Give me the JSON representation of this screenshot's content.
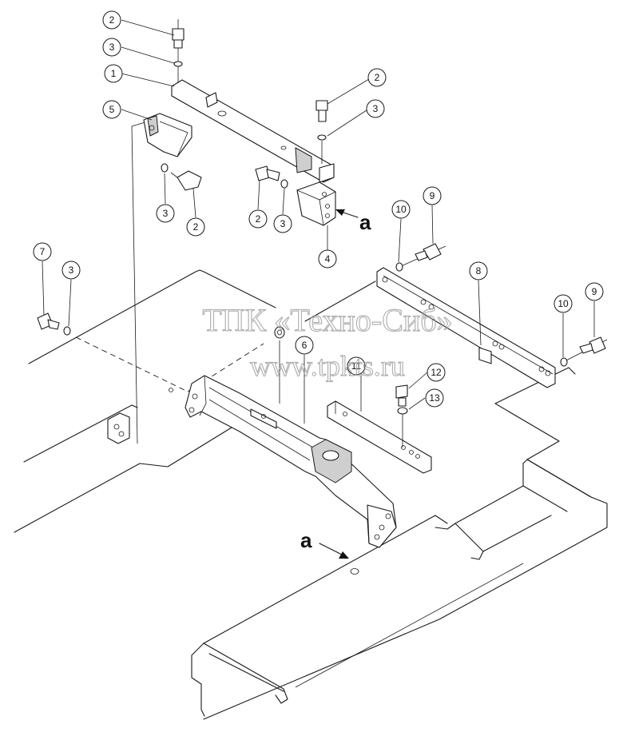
{
  "diagram": {
    "watermark_line1": "ТПК «Техно-Сиб»",
    "watermark_line2": "www.tpkts.ru",
    "view_letter_a_left": "a",
    "view_letter_a_right": "a",
    "callouts": [
      "1",
      "2",
      "2",
      "2",
      "2",
      "3",
      "3",
      "3",
      "3",
      "3",
      "4",
      "5",
      "6",
      "7",
      "8",
      "9",
      "9",
      "10",
      "10",
      "11",
      "12",
      "13"
    ]
  }
}
